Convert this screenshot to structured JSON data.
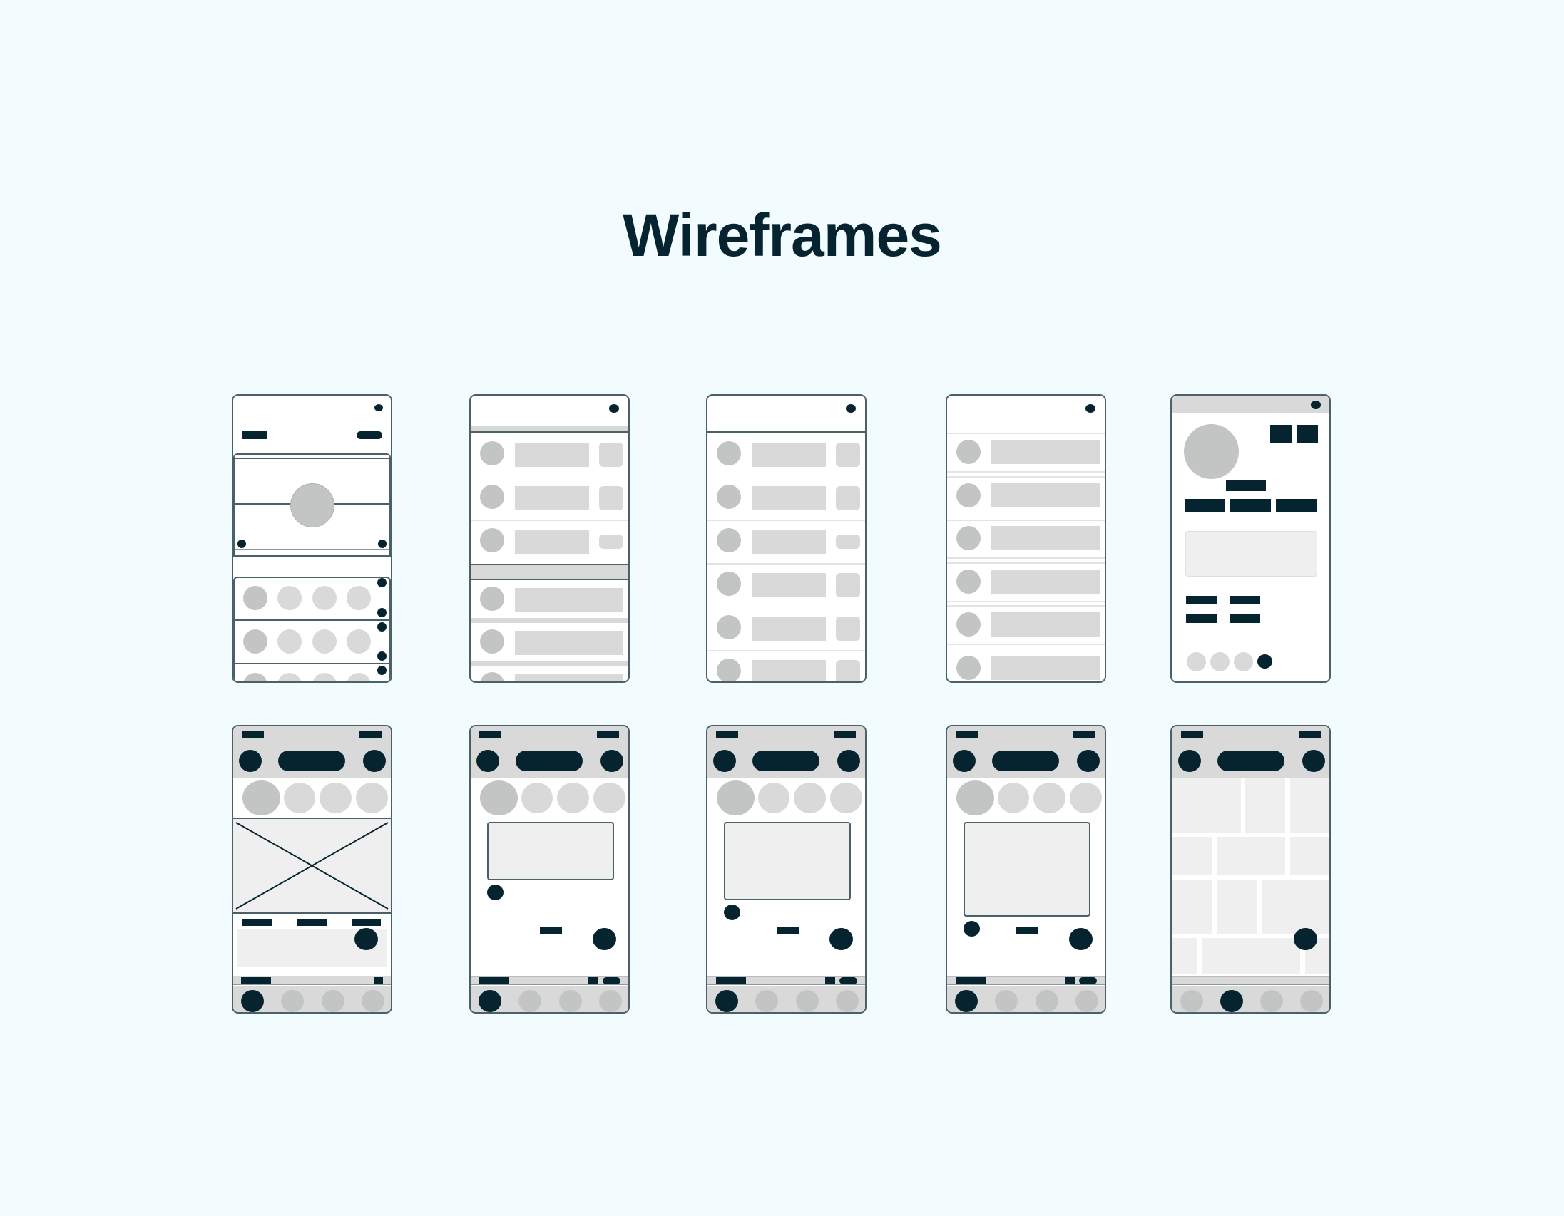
{
  "page": {
    "title": "Wireframes",
    "background": "#f2fbfd"
  },
  "colors": {
    "ink": "#05242f",
    "frame_border": "#4a6169",
    "gray_dark": "#c3c5c4",
    "gray_light": "#d9d9d9",
    "placeholder": "#efefef",
    "screen": "#ffffff"
  },
  "wireframes": {
    "row1": [
      {
        "name": "carousel-detail-screen",
        "elements": [
          "status-dot",
          "back-label",
          "action-pill",
          "hero-circle",
          "carousel-dots",
          "circle-rows"
        ]
      },
      {
        "name": "grouped-list-screen",
        "elements": [
          "status-dot",
          "list-rows-with-trailing-buttons",
          "section-header",
          "list-rows"
        ]
      },
      {
        "name": "list-with-actions-screen",
        "elements": [
          "status-dot",
          "list-rows-with-trailing-buttons"
        ]
      },
      {
        "name": "simple-list-screen",
        "elements": [
          "status-dot",
          "list-rows"
        ]
      },
      {
        "name": "profile-screen",
        "elements": [
          "status-bar",
          "avatar",
          "action-buttons",
          "name-bar",
          "stat-bars",
          "bio-card",
          "info-bars",
          "pagination-dots"
        ]
      }
    ],
    "row2": [
      {
        "name": "feed-image-screen",
        "elements": [
          "header",
          "search-pill",
          "story-circles",
          "image-placeholder",
          "tabs",
          "card-with-fab",
          "bottom-bar",
          "tab-bar"
        ]
      },
      {
        "name": "feed-card-small-screen",
        "elements": [
          "header",
          "search-pill",
          "story-circles",
          "card",
          "dot",
          "label",
          "fab",
          "bottom-bar",
          "tab-bar"
        ]
      },
      {
        "name": "feed-card-medium-screen",
        "elements": [
          "header",
          "search-pill",
          "story-circles",
          "card",
          "dot",
          "label",
          "fab",
          "bottom-bar",
          "tab-bar"
        ]
      },
      {
        "name": "feed-card-large-screen",
        "elements": [
          "header",
          "search-pill",
          "story-circles",
          "card",
          "dot",
          "label",
          "fab",
          "bottom-bar",
          "tab-bar"
        ]
      },
      {
        "name": "masonry-grid-screen",
        "elements": [
          "header",
          "search-pill",
          "grid-tiles",
          "fab",
          "tab-bar"
        ]
      }
    ]
  }
}
